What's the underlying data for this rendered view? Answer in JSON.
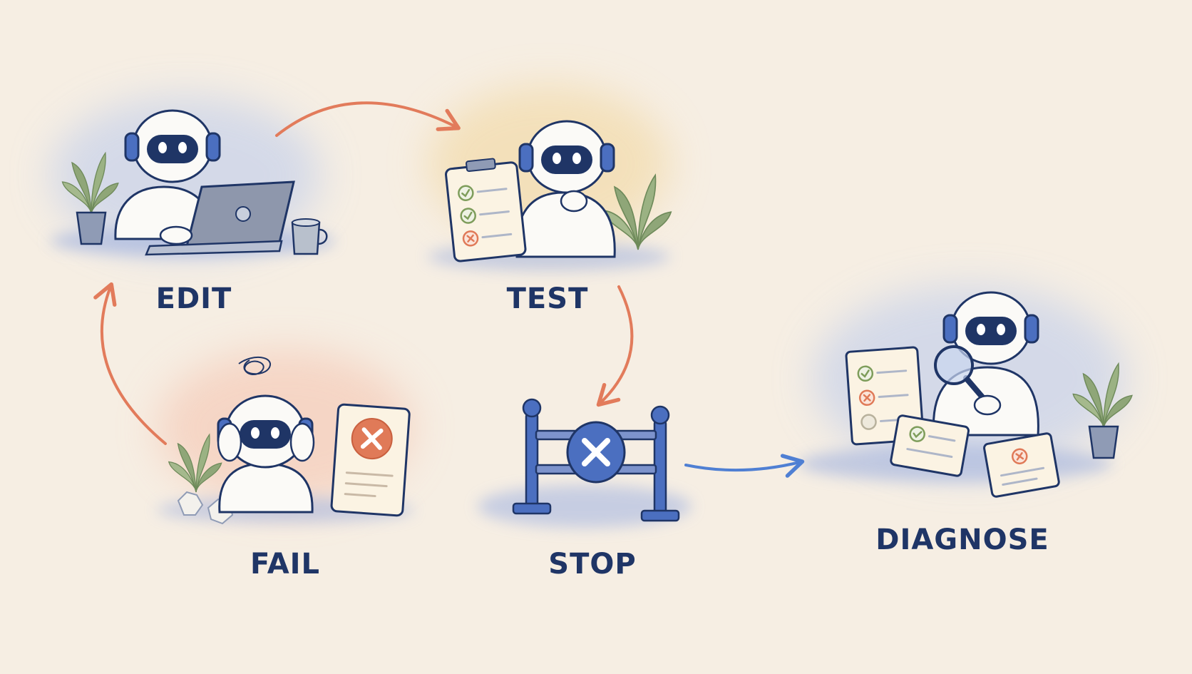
{
  "stages": {
    "edit": {
      "label": "EDIT"
    },
    "test": {
      "label": "TEST"
    },
    "fail": {
      "label": "FAIL"
    },
    "stop": {
      "label": "STOP"
    },
    "diagnose": {
      "label": "DIAGNOSE"
    }
  },
  "colors": {
    "background": "#f6eee3",
    "navy": "#1f3566",
    "robot_white": "#fbfaf7",
    "accent_blue": "#4b6fc0",
    "arrow_orange": "#e27b5b",
    "arrow_blue": "#4f7fd3",
    "check_green": "#7e9d5b",
    "cross_red": "#e07a58",
    "plant_green": "#8fa678",
    "paper": "#fbf3e3"
  },
  "icons": [
    "robot-icon",
    "laptop-icon",
    "coffee-mug-icon",
    "plant-icon",
    "clipboard-icon",
    "check-icon",
    "cross-icon",
    "scribble-icon",
    "barrier-icon",
    "magnifying-glass-icon",
    "document-icon"
  ]
}
